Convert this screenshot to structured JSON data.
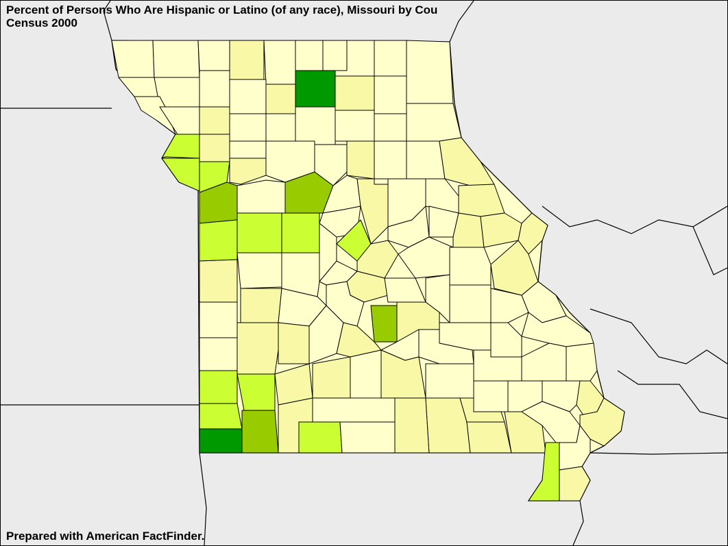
{
  "map": {
    "title": "Percent of Persons Who Are Hispanic or Latino (of any race), Missouri by Cou",
    "subtitle": "Census 2000",
    "credit": "Prepared with American FactFinder.",
    "colors": {
      "background": "#ebebeb",
      "lightest": "#ffffcc",
      "light": "#f8f8a6",
      "medium": "#ccff33",
      "dark": "#99cc00",
      "darkest": "#009900",
      "border": "#000000"
    }
  }
}
